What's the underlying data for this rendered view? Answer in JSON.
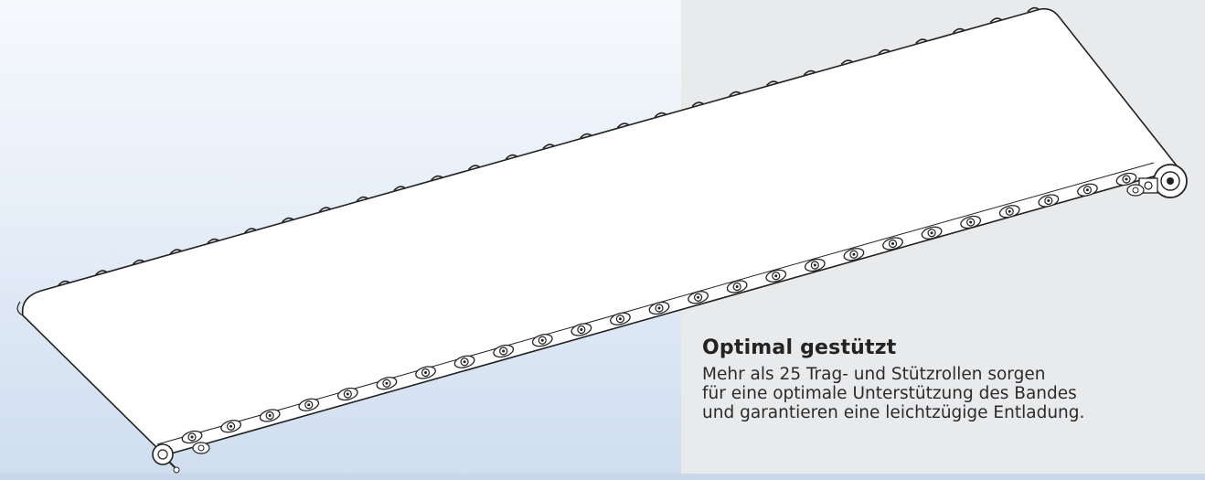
{
  "caption": {
    "title": "Optimal gestützt",
    "lines": [
      "Mehr als 25 Trag- und Stützrollen sorgen",
      "für eine optimale Unterstützung des Bandes",
      "und garantieren eine leichtzügige Entladung."
    ]
  },
  "illustration": {
    "subject": "belt conveyor line drawing",
    "icon": "conveyor-belt-illustration"
  }
}
